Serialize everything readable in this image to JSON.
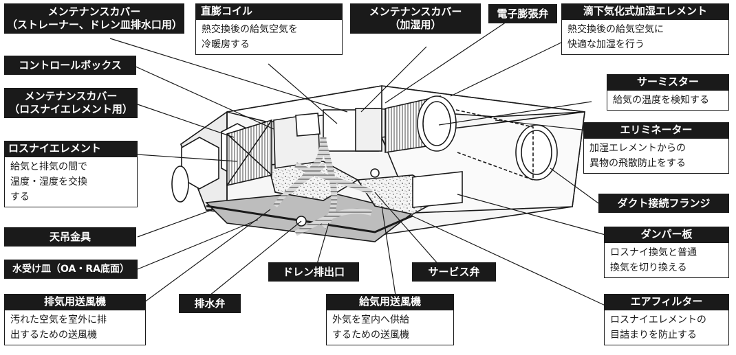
{
  "labels": {
    "maint_strainer": [
      "メンテナンスカバー",
      "（ストレーナー、ドレン皿排水口用）"
    ],
    "control_box": "コントロールボックス",
    "maint_lossnay": [
      "メンテナンスカバー",
      "（ロスナイエレメント用）"
    ],
    "lossnay_element": {
      "title": "ロスナイエレメント",
      "desc": [
        "給気と排気の間で",
        "温度・湿度を交換",
        "する"
      ]
    },
    "hanger": "天吊金具",
    "drip_pan": "水受け皿（OA・RA底面）",
    "exhaust_fan": {
      "title": "排気用送風機",
      "desc": [
        "汚れた空気を室外に排",
        "出するための送風機"
      ]
    },
    "drain_valve": "排水弁",
    "drain_outlet": "ドレン排出口",
    "supply_fan": {
      "title": "給気用送風機",
      "desc": [
        "外気を室内へ供給",
        "するための送風機"
      ]
    },
    "service_valve": "サービス弁",
    "direct_coil": {
      "title": "直膨コイル",
      "desc": [
        "熱交換後の給気空気を",
        "冷暖房する"
      ]
    },
    "maint_humid": [
      "メンテナンスカバー",
      "（加湿用）"
    ],
    "expansion_valve": "電子膨張弁",
    "humidifier": {
      "title": "滴下気化式加湿エレメント",
      "desc": [
        "熱交換後の給気空気に",
        "快適な加湿を行う"
      ]
    },
    "thermistor": {
      "title": "サーミスター",
      "desc": [
        "給気の温度を検知する"
      ]
    },
    "eliminator": {
      "title": "エリミネーター",
      "desc": [
        "加湿エレメントからの",
        "異物の飛散防止をする"
      ]
    },
    "duct_flange": "ダクト接続フランジ",
    "damper": {
      "title": "ダンパー板",
      "desc": [
        "ロスナイ換気と普通",
        "換気を切り換える"
      ]
    },
    "air_filter": {
      "title": "エアフィルター",
      "desc": [
        "ロスナイエレメントの",
        "目詰まりを防止する"
      ]
    }
  },
  "colors": {
    "label_bg": "#1a1a1a",
    "label_text": "#ffffff",
    "line": "#1a1a1a",
    "body_fill": "#f2f2f2"
  }
}
